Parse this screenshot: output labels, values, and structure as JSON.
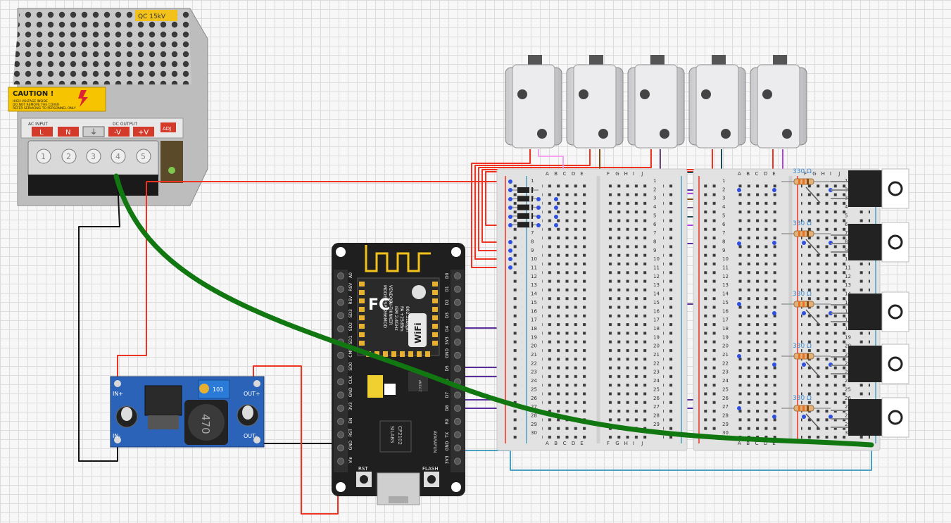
{
  "psu": {
    "name": "power-supply",
    "warning_label": "QC 15kV",
    "caution_title": "CAUTION !",
    "caution_text_1": "HIGH VOLTAGE INSIDE",
    "caution_text_2": "DO NOT REMOVE THE COVER",
    "caution_text_3": "REFER SERVICING TO PERSONNEL ONLY",
    "ac_input_label": "AC INPUT",
    "dc_output_label": "DC OUTPUT",
    "terminal_labels": [
      "L",
      "N",
      "⏚",
      "-V",
      "+V"
    ],
    "adj_label": "ADJ",
    "terminal_numbers": [
      "1",
      "2",
      "3",
      "4",
      "5"
    ]
  },
  "buck": {
    "in_plus": "IN+",
    "in_minus": "IN-",
    "out_plus": "OUT+",
    "out_minus": "OUT-",
    "inductor_value": "470",
    "trimmer_value": "103"
  },
  "nodemcu": {
    "left_pins": [
      "A0",
      "RSV",
      "RSV",
      "SD3",
      "SD2",
      "SD1",
      "CMD",
      "SD0",
      "CLK",
      "GND",
      "3V3",
      "EN",
      "RST",
      "GND",
      "Vin"
    ],
    "right_pins": [
      "D0",
      "D1",
      "D2",
      "D3",
      "D4",
      "3V3",
      "GND",
      "D5",
      "D6",
      "D7",
      "D8",
      "RX",
      "TX",
      "GND",
      "3V3"
    ],
    "module_text": [
      "MODEL",
      "VENDOR",
      "ISM 2.4GHz",
      "PA +25dBm",
      "802.11b/g/n"
    ],
    "model_name": "ESP8266MOD",
    "vendor_name": "AI-THINKER",
    "fcc_label": "FC",
    "wifi_label": "WiFi",
    "usb_chip": [
      "SILABS",
      "CP2102"
    ],
    "rst_label": "RST",
    "flash_label": "FLASH",
    "vendor_side": "AYARAFUN",
    "regulator_label": "AM1117"
  },
  "breadboard": {
    "column_letters_left": [
      "A",
      "B",
      "C",
      "D",
      "E"
    ],
    "column_letters_right": [
      "F",
      "G",
      "H",
      "I",
      "J"
    ],
    "row_count": 30
  },
  "resistors": {
    "label": "330 Ω",
    "count": 5
  },
  "solenoids": {
    "count": 5
  },
  "mosfets": {
    "count": 5
  },
  "colors": {
    "red_wire": "#ee3322",
    "black_wire": "#111111",
    "green_wire": "#117711",
    "purple_wire": "#5b2d9c",
    "violet_wire": "#b040e0",
    "pink_wire": "#f4a0ee",
    "brown_wire": "#7a4a10",
    "dark_teal_wire": "#1d4c55",
    "cyan_wire": "#4aa0c0",
    "board_dark": "#1f1f1f",
    "buck_blue": "#2b63b8"
  }
}
